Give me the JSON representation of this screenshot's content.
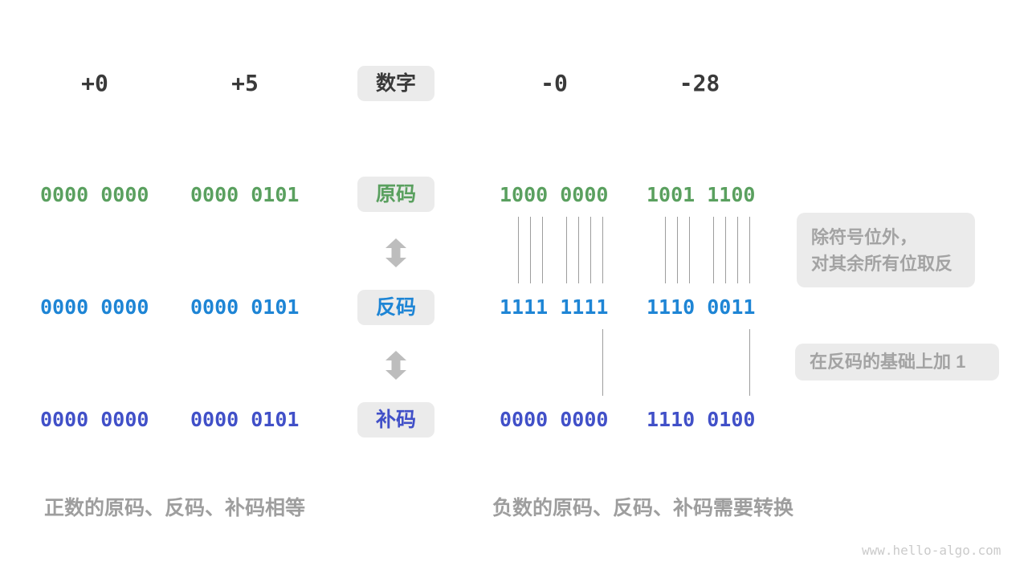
{
  "labels": {
    "number": "数字",
    "sign_magnitude": "原码",
    "ones_complement": "反码",
    "twos_complement": "补码"
  },
  "columns": {
    "positive": [
      {
        "number": "+0",
        "sign_magnitude": "0000 0000",
        "ones_complement": "0000 0000",
        "twos_complement": "0000 0000"
      },
      {
        "number": "+5",
        "sign_magnitude": "0000 0101",
        "ones_complement": "0000 0101",
        "twos_complement": "0000 0101"
      }
    ],
    "negative": [
      {
        "number": "-0",
        "sign_magnitude": "1000 0000",
        "ones_complement": "1111 1111",
        "twos_complement": "0000 0000"
      },
      {
        "number": "-28",
        "sign_magnitude": "1001 1100",
        "ones_complement": "1110 0011",
        "twos_complement": "1110 0100"
      }
    ]
  },
  "annotations": {
    "invert_rule": [
      "除符号位外，",
      "对其余所有位取反"
    ],
    "add_one_rule": "在反码的基础上加 1"
  },
  "captions": {
    "positive": "正数的原码、反码、补码相等",
    "negative": "负数的原码、反码、补码需要转换"
  },
  "watermark": "www.hello-algo.com",
  "colors": {
    "sign_magnitude": "#5aa05f",
    "ones_complement": "#1e85d5",
    "twos_complement": "#4150c8",
    "number_text": "#3a3a3a",
    "caption": "#9e9e9e",
    "note_text": "#a3a3a3",
    "box_bg": "#ebebeb",
    "arrow": "#bdbdbd",
    "watermark": "#cbcbcb"
  }
}
